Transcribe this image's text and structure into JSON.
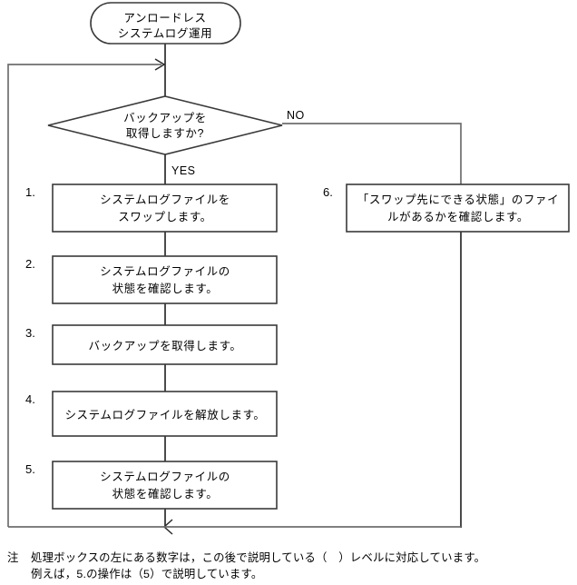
{
  "diagram": {
    "type": "flowchart",
    "title_terminal": {
      "line1": "アンロードレス",
      "line2": "システムログ運用"
    },
    "decision": {
      "line1": "バックアップを",
      "line2": "取得しますか?",
      "branch_no": "NO",
      "branch_yes": "YES"
    },
    "steps": [
      {
        "number": "1.",
        "line1": "システムログファイルを",
        "line2": "スワップします。"
      },
      {
        "number": "2.",
        "line1": "システムログファイルの",
        "line2": "状態を確認します。"
      },
      {
        "number": "3.",
        "line1": "バックアップを取得します。",
        "line2": ""
      },
      {
        "number": "4.",
        "line1": "システムログファイルを解放します。",
        "line2": ""
      },
      {
        "number": "5.",
        "line1": "システムログファイルの",
        "line2": "状態を確認します。"
      }
    ],
    "branch_step": {
      "number": "6.",
      "line1": "「スワップ先にできる状態」のファイ",
      "line2": "ルがあるかを確認します。"
    },
    "note": {
      "marker": "注",
      "line1": "処理ボックスの左にある数字は，この後で説明している（　）レベルに対応しています。",
      "line2": "例えば，5.の操作は（5）で説明しています。"
    },
    "colors": {
      "shape_stroke": "#3a3a3a",
      "connector": "#6e6e6e",
      "text": "#000000",
      "background": "#ffffff"
    }
  }
}
